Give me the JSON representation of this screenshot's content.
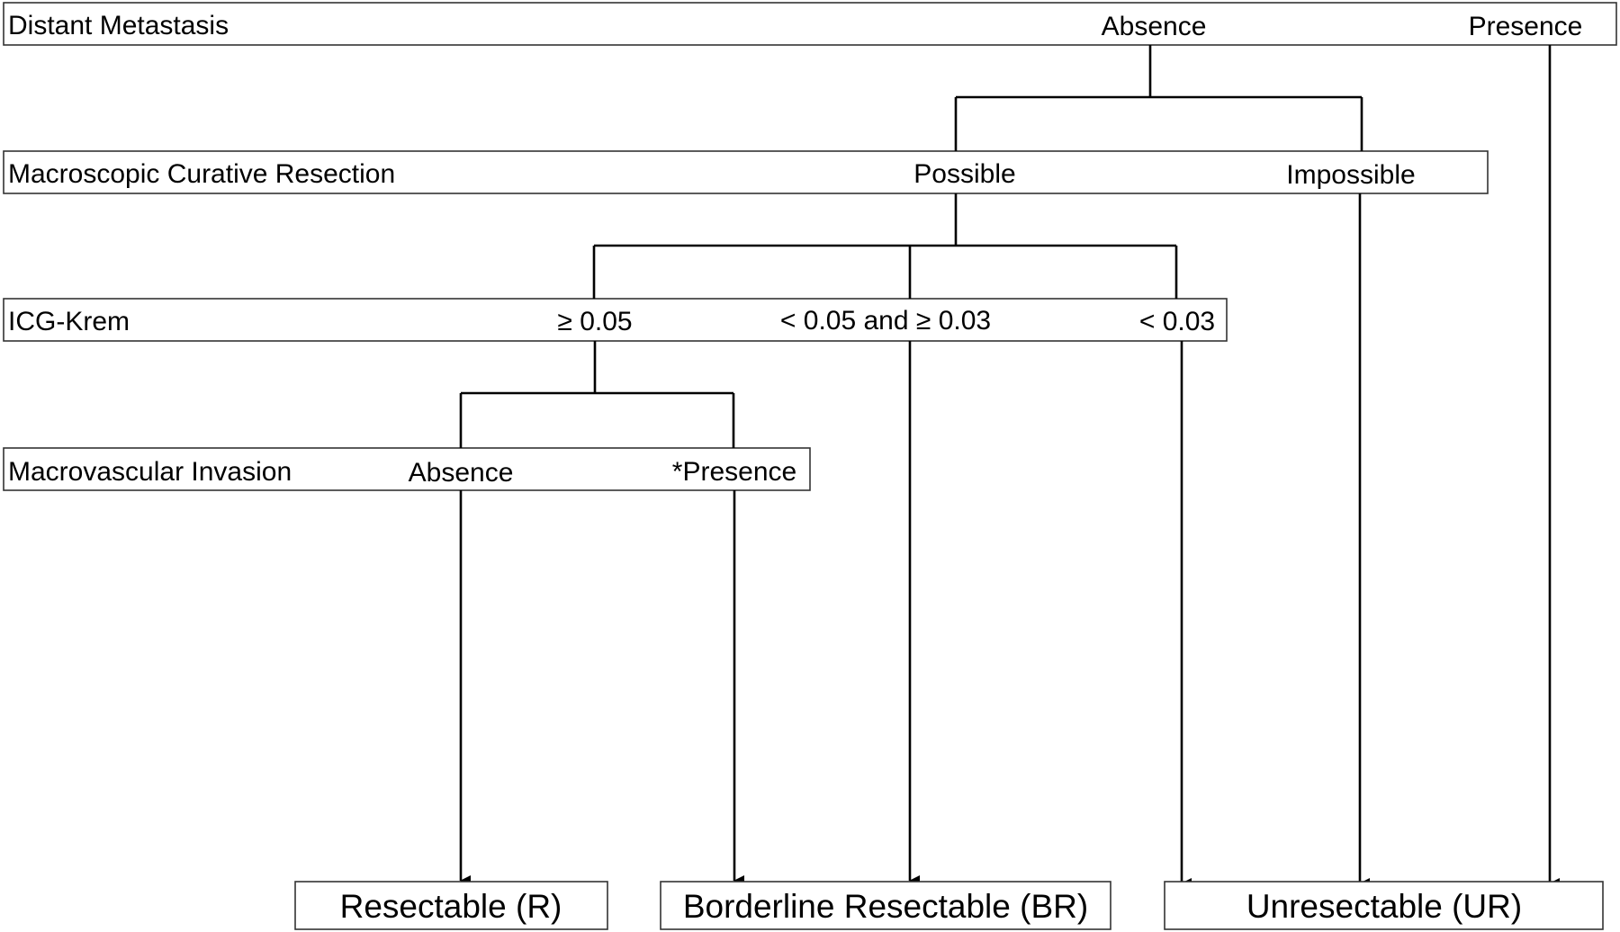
{
  "criteria": {
    "distant_metastasis": {
      "label": "Distant Metastasis",
      "absence": "Absence",
      "presence": "Presence"
    },
    "curative_resection": {
      "label": "Macroscopic Curative Resection",
      "possible": "Possible",
      "impossible": "Impossible"
    },
    "icg_krem": {
      "label": "ICG-Krem",
      "high": "≥ 0.05",
      "mid": "< 0.05 and ≥ 0.03",
      "low": "< 0.03"
    },
    "macrovascular_invasion": {
      "label": "Macrovascular Invasion",
      "absence": "Absence",
      "presence": "*Presence"
    }
  },
  "outcomes": {
    "resectable": "Resectable (R)",
    "borderline": "Borderline Resectable (BR)",
    "unresectable": "Unresectable (UR)"
  }
}
